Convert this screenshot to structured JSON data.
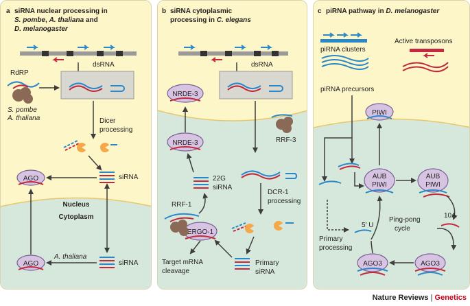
{
  "panel_a": {
    "letter": "a",
    "title_1": "siRNA nuclear processing in",
    "title_2a": "S. pombe",
    "title_2b": ", ",
    "title_2c": "A. thaliana",
    "title_2d": " and",
    "title_3": "D. melanogaster",
    "dsrna": "dsRNA",
    "rdrp": "RdRP",
    "species_1": "S. pombe",
    "species_2": "A. thaliana",
    "dicer_1": "Dicer",
    "dicer_2": "processing",
    "sirna_top": "siRNA",
    "ago_top": "AGO",
    "nucleus": "Nucleus",
    "cytoplasm": "Cytoplasm",
    "ago_bottom": "AGO",
    "athaliana": "A. thaliana",
    "sirna_bottom": "siRNA"
  },
  "panel_b": {
    "letter": "b",
    "title_1": "siRNA cytoplasmic",
    "title_2a": "processing in ",
    "title_2b": "C. elegans",
    "dsrna": "dsRNA",
    "nrde3_top": "NRDE-3",
    "nrde3_mid": "NRDE-3",
    "rrf3": "RRF-3",
    "g22_1": "22G",
    "g22_2": "siRNA",
    "dcr1_1": "DCR-1",
    "dcr1_2": "processing",
    "rrf1": "RRF-1",
    "ergo1": "ERGO-1",
    "target_1": "Target mRNA",
    "target_2": "cleavage",
    "primary_1": "Primary",
    "primary_2": "siRNA"
  },
  "panel_c": {
    "letter": "c",
    "title_a": "piRNA pathway in ",
    "title_b": "D. melanogaster",
    "clusters": "piRNA clusters",
    "transposons": "Active transposons",
    "precursors": "piRNA precursors",
    "piwi": "PIWI",
    "aub_piwi_1a": "AUB",
    "aub_piwi_1b": "PIWI",
    "aub_piwi_2a": "AUB",
    "aub_piwi_2b": "PIWI",
    "five_u": "5′ U",
    "pingpong_1": "Ping-pong",
    "pingpong_2": "cycle",
    "ten_a": "10A",
    "primary_1": "Primary",
    "primary_2": "processing",
    "ago3_1": "AGO3",
    "ago3_2": "AGO3"
  },
  "footer": {
    "journal": "Nature Reviews",
    "separator": " | ",
    "section": "Genetics"
  },
  "colors": {
    "nucleus_bg": "#fdf6c8",
    "cytoplasm_bg": "#d6e8dc",
    "rna_blue": "#2a87c8",
    "rna_red": "#c4283c",
    "protein_purple": "#d7c4e3",
    "protein_outline": "#7a5f93",
    "dicer_orange": "#f5a84a",
    "rdrp_brown": "#8a6a56",
    "arrow": "#3d3d3d"
  }
}
